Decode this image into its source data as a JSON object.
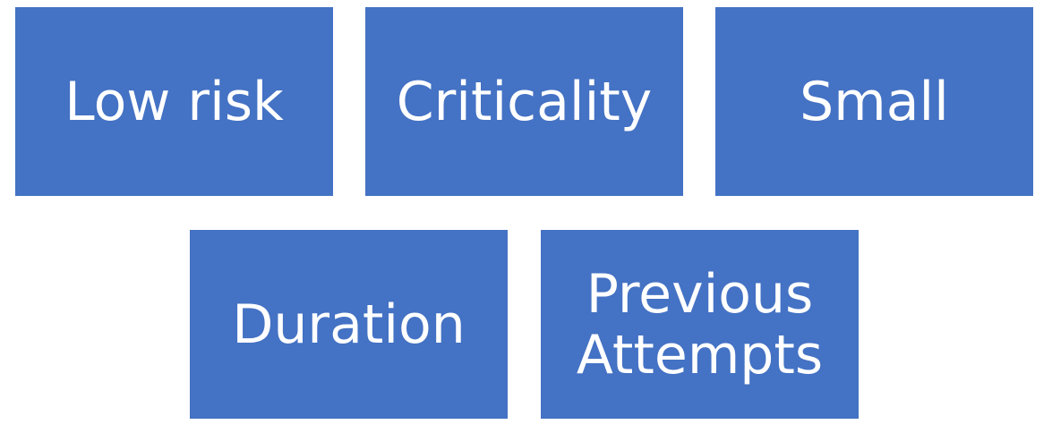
{
  "colors": {
    "box_fill": "#4472C4",
    "text": "#FFFFFF",
    "background": "#FFFFFF"
  },
  "boxes": [
    {
      "label": "Low risk"
    },
    {
      "label": "Criticality"
    },
    {
      "label": "Small"
    },
    {
      "label": "Duration"
    },
    {
      "label": "Previous Attempts"
    }
  ]
}
